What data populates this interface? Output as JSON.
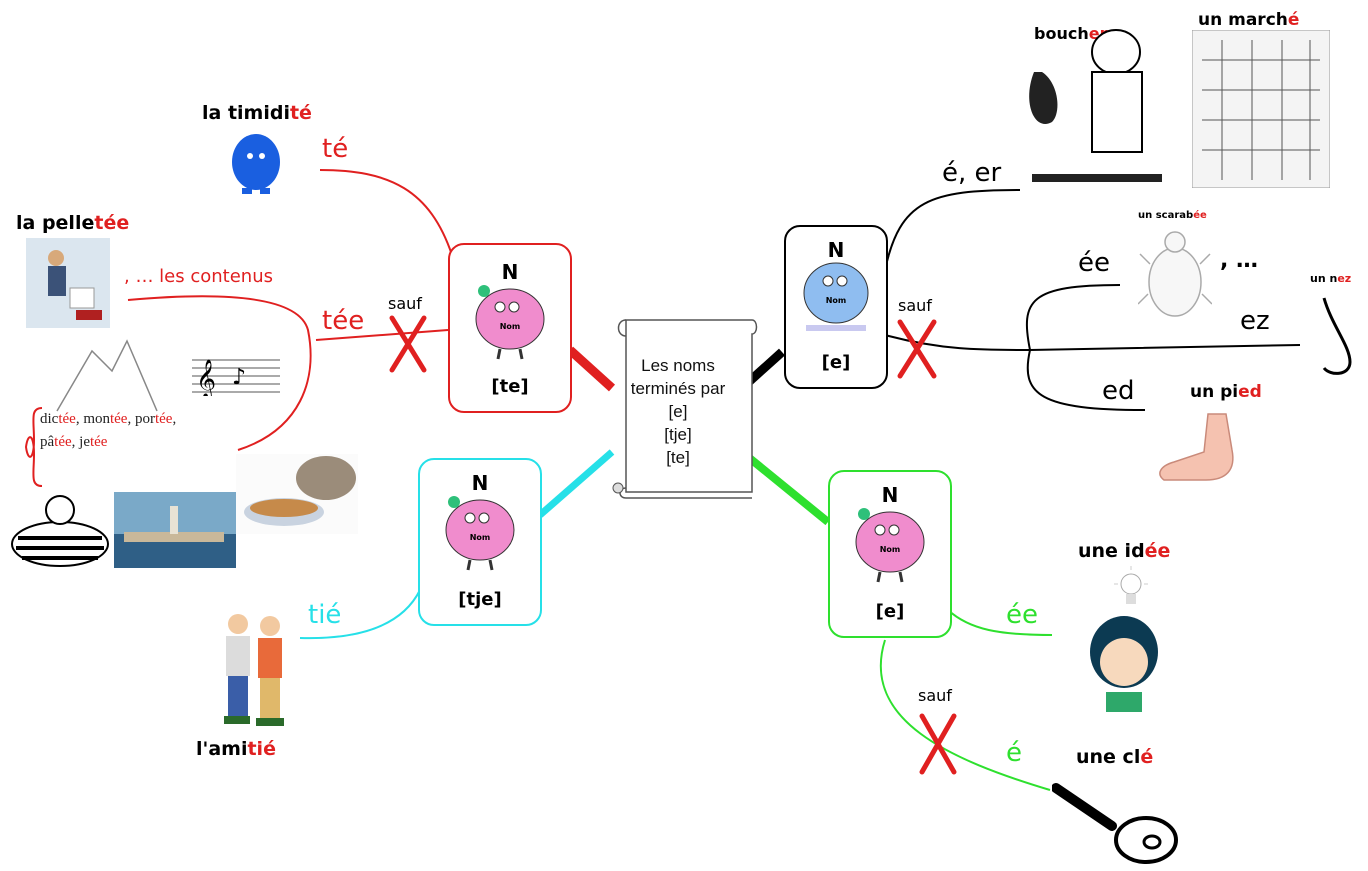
{
  "center": {
    "lines": [
      "Les noms",
      "terminés par",
      "[e]",
      "[tje]",
      "[te]"
    ]
  },
  "nodes": {
    "te": {
      "label": "[te]",
      "color": "#e02020"
    },
    "e_top": {
      "label": "[e]",
      "color": "#000000"
    },
    "tje": {
      "label": "[tje]",
      "color": "#26e0e8"
    },
    "e_bottom": {
      "label": "[e]",
      "color": "#2ee02e"
    }
  },
  "mascot": {
    "letter": "N",
    "text": "Nom"
  },
  "branches": {
    "te": "té",
    "tee": "tée",
    "e_er": "é, er",
    "ee_top": "ée",
    "ez": "ez",
    "ed": "ed",
    "tie": "tié",
    "ee_bottom": "ée",
    "e_bottom": "é"
  },
  "sauf": "sauf",
  "words": {
    "timidite": [
      "la timidi",
      "té"
    ],
    "pelletee": [
      "la pelle",
      "tée"
    ],
    "contenus": ", … les contenus",
    "boucher": [
      "bouch",
      "er"
    ],
    "marche": [
      "un march",
      "é"
    ],
    "scarabee": [
      "un scarab",
      "ée"
    ],
    "etc": ", …",
    "nez": [
      "un n",
      "ez"
    ],
    "pied": [
      "un pi",
      "ed"
    ],
    "amitie": [
      "l'ami",
      "tié"
    ],
    "idee": [
      "une id",
      "ée"
    ],
    "cle": [
      "une cl",
      "é"
    ]
  },
  "list": [
    [
      "dic",
      "tée"
    ],
    ", mon",
    "tée",
    ", por",
    "tée",
    ","
  ],
  "list_line1": [
    [
      "dic",
      false
    ],
    [
      "tée",
      true
    ],
    [
      ", mon",
      false
    ],
    [
      "tée",
      true
    ],
    [
      ", por",
      false
    ],
    [
      "tée",
      true
    ],
    [
      ",",
      false
    ]
  ],
  "list_line2": [
    [
      "pâ",
      false
    ],
    [
      "tée",
      true
    ],
    [
      ", je",
      false
    ],
    [
      "tée",
      true
    ]
  ],
  "colors": {
    "red": "#e02020",
    "black": "#000000",
    "cyan": "#26e0e8",
    "green": "#2ee02e"
  }
}
